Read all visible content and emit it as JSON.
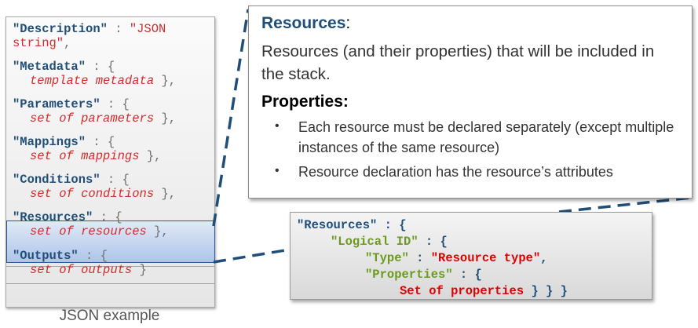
{
  "json_example": {
    "caption": "JSON example",
    "lines": [
      {
        "key": "\"Description\"",
        "sep": " : ",
        "value": "\"JSON",
        "tail": ""
      },
      {
        "key": "",
        "sep": "",
        "value": "string\"",
        "tail": ","
      },
      {
        "key": "\"Metadata\"",
        "sep": " : {",
        "value": "",
        "tail": ""
      },
      {
        "key": "",
        "sep": "",
        "value": "template metadata",
        "tail": " },"
      },
      {
        "key": "\"Parameters\"",
        "sep": " : {",
        "value": "",
        "tail": ""
      },
      {
        "key": "",
        "sep": "",
        "value": "set of parameters",
        "tail": " },"
      },
      {
        "key": "\"Mappings\"",
        "sep": " : {",
        "value": "",
        "tail": ""
      },
      {
        "key": "",
        "sep": "",
        "value": "set of mappings",
        "tail": " },"
      },
      {
        "key": "\"Conditions\"",
        "sep": " : {",
        "value": "",
        "tail": ""
      },
      {
        "key": "",
        "sep": "",
        "value": "set of conditions",
        "tail": " },"
      },
      {
        "key": "\"Resources\"",
        "sep": " : {",
        "value": "",
        "tail": ""
      },
      {
        "key": "",
        "sep": "",
        "value": "set of resources",
        "tail": " },"
      },
      {
        "key": "\"Outputs\"",
        "sep": " : {",
        "value": "",
        "tail": ""
      },
      {
        "key": "",
        "sep": "",
        "value": "set of outputs",
        "tail": " }"
      }
    ]
  },
  "callout": {
    "heading_resources": "Resources",
    "heading_colon": ":",
    "resources_text": "Resources (and their properties) that will be included in the stack.",
    "heading_properties": "Properties:",
    "bullet_char": "•",
    "bullets": [
      "Each resource must be declared separately (except multiple instances of the same resource)",
      "Resource declaration has the resource’s attributes"
    ]
  },
  "code_example": {
    "line1_key": "\"Resources\"",
    "line1_punct": " : {",
    "line2_key": "\"Logical ID\"",
    "line2_punct": " : {",
    "line3_key": "\"Type\"",
    "line3_punct": " : ",
    "line3_value": "\"Resource type\"",
    "line3_tail": ",",
    "line4_key": "\"Properties\"",
    "line4_punct": " : {",
    "line5_value": "Set of properties",
    "line5_tail": " } } }"
  },
  "colors": {
    "key_blue": "#1f4e79",
    "value_red": "#d22c2c",
    "id_green": "#6b9a1e",
    "highlight_blue": "#2e5597"
  }
}
